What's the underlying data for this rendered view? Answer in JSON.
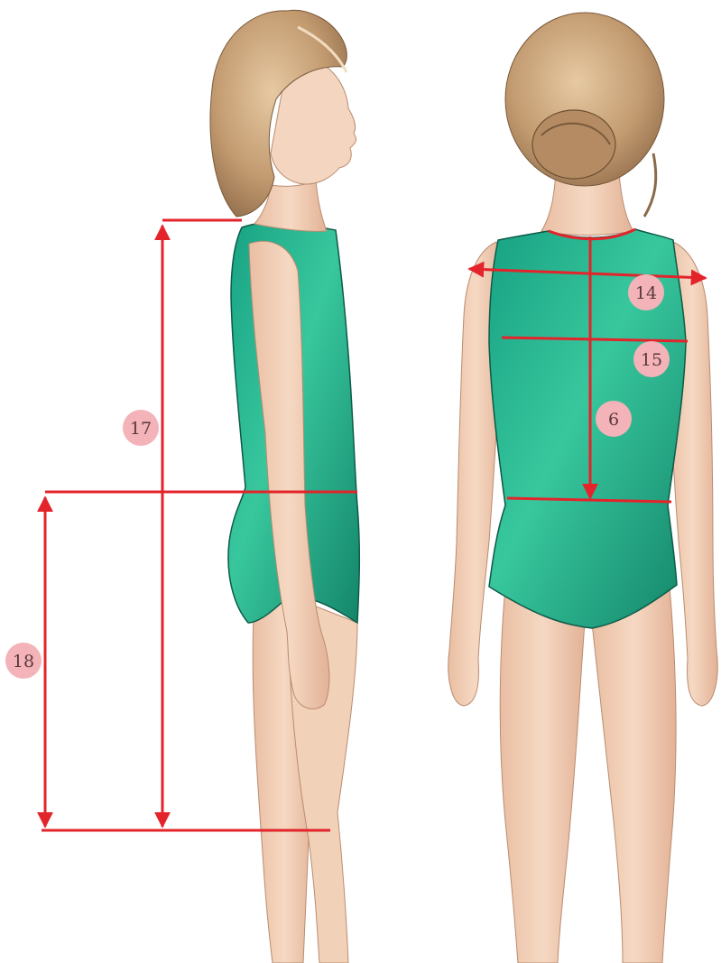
{
  "colors": {
    "measure_line": "#e3242b",
    "badge_fill": "#f3b3b8",
    "garment": "#1fae8a",
    "garment_dark": "#14876b",
    "skin": "#f1cdb3",
    "skin_shadow": "#dba98d",
    "hair": "#c9a27a",
    "hair_dark": "#8a6a4a"
  },
  "views": {
    "side": {
      "icon": "side-view-figure"
    },
    "back": {
      "icon": "back-view-figure"
    }
  },
  "measurements": [
    {
      "id": "m17",
      "label": "17"
    },
    {
      "id": "m18",
      "label": "18"
    },
    {
      "id": "m14",
      "label": "14"
    },
    {
      "id": "m15",
      "label": "15"
    },
    {
      "id": "m6",
      "label": "6"
    }
  ]
}
